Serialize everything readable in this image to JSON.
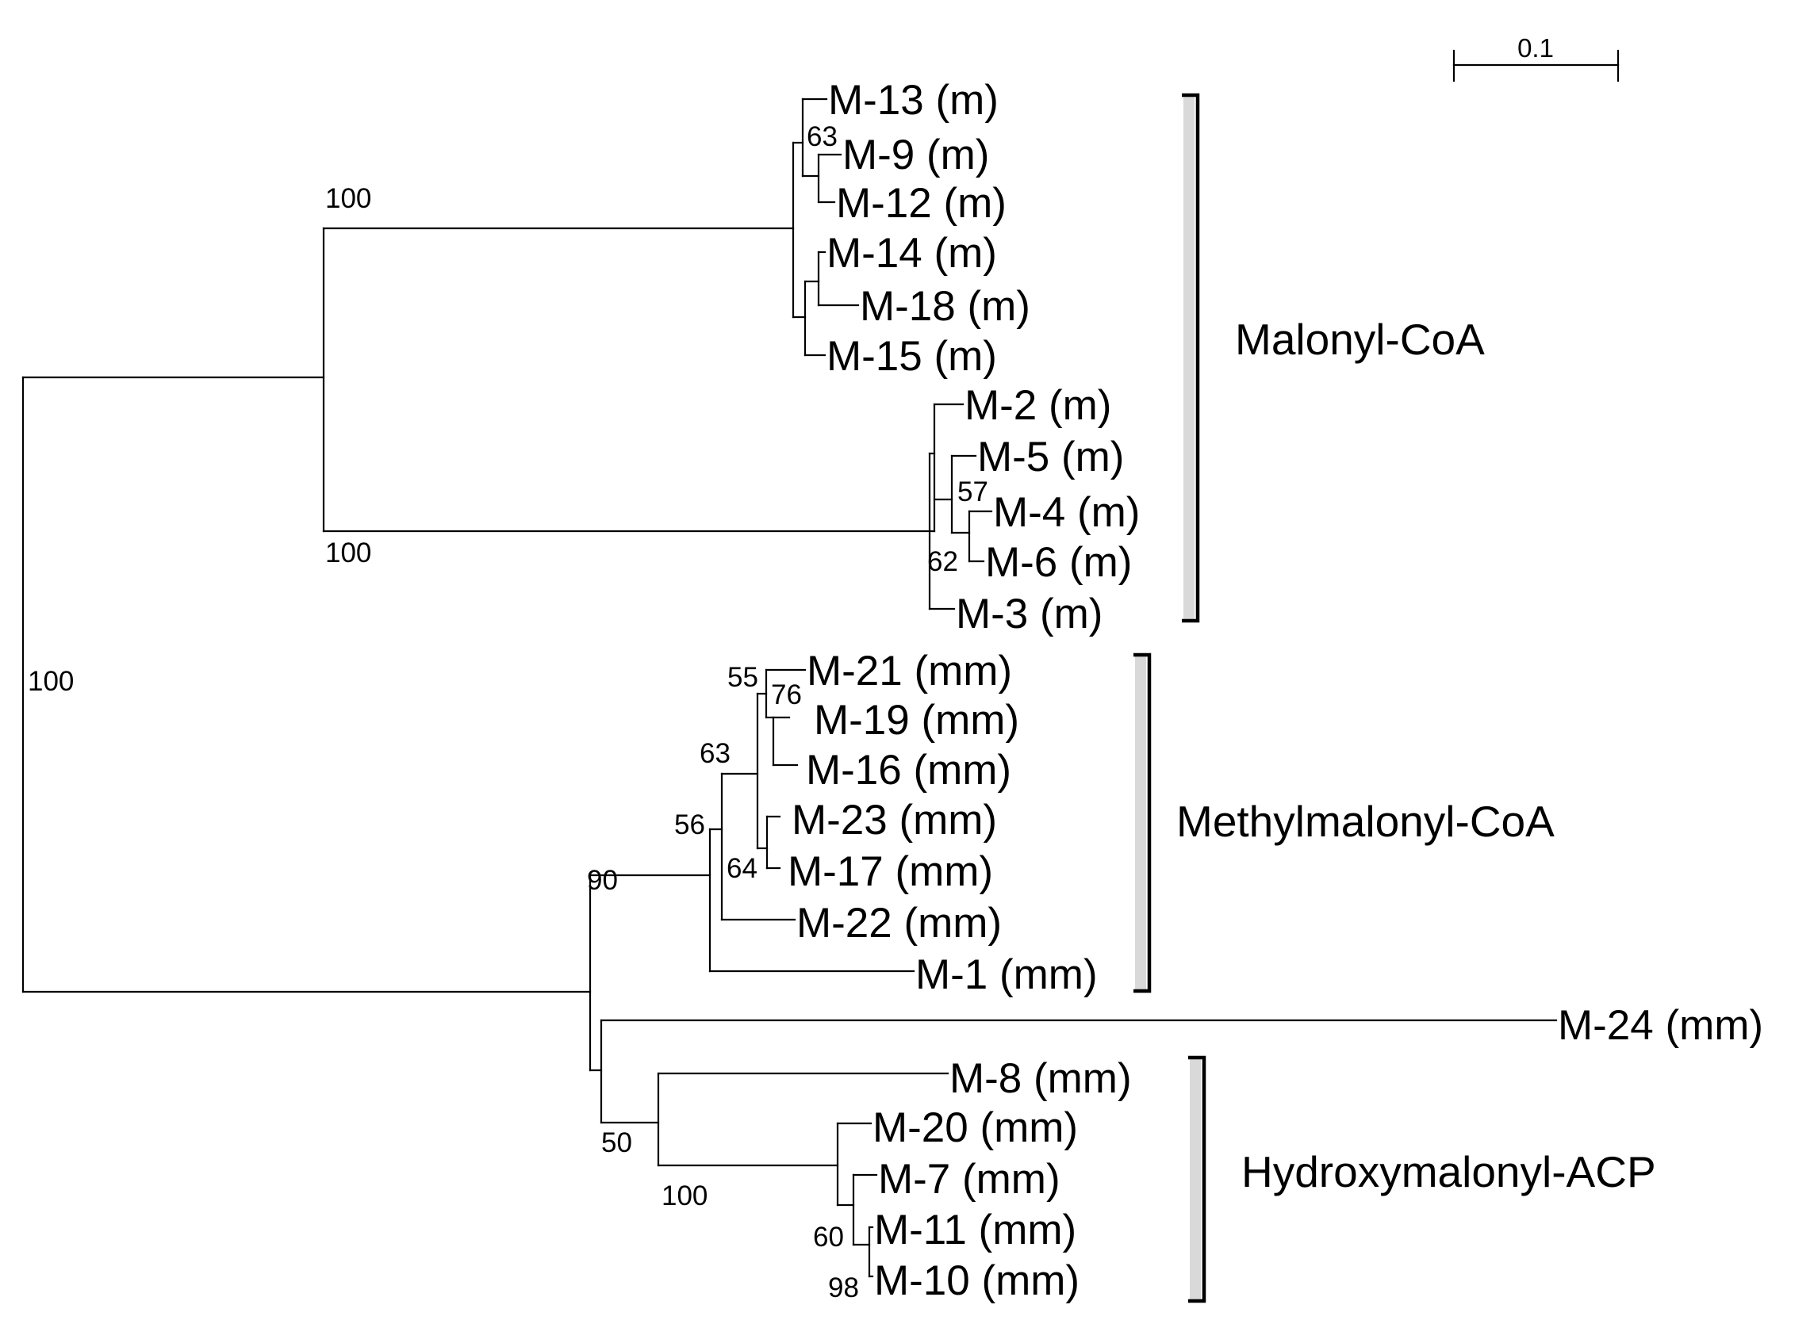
{
  "scale_bar": {
    "label": "0.1"
  },
  "clades": [
    {
      "name": "Malonyl-CoA"
    },
    {
      "name": "Methylmalonyl-CoA"
    },
    {
      "name": "Hydroxymalonyl-ACP"
    }
  ],
  "leaves": [
    "M-13 (m)",
    "M-9 (m)",
    "M-12 (m)",
    "M-14 (m)",
    "M-18 (m)",
    "M-15 (m)",
    "M-2 (m)",
    "M-5 (m)",
    "M-4 (m)",
    "M-6 (m)",
    "M-3 (m)",
    "M-21 (mm)",
    "M-19 (mm)",
    "M-16 (mm)",
    "M-23 (mm)",
    "M-17 (mm)",
    "M-22 (mm)",
    "M-1 (mm)",
    "M-24 (mm)",
    "M-8 (mm)",
    "M-20 (mm)",
    "M-7 (mm)",
    "M-11 (mm)",
    "M-10 (mm)"
  ],
  "bootstrap": [
    "100",
    "100",
    "100",
    "63",
    "57",
    "62",
    "55",
    "76",
    "63",
    "56",
    "64",
    "90",
    "50",
    "100",
    "60",
    "98"
  ]
}
